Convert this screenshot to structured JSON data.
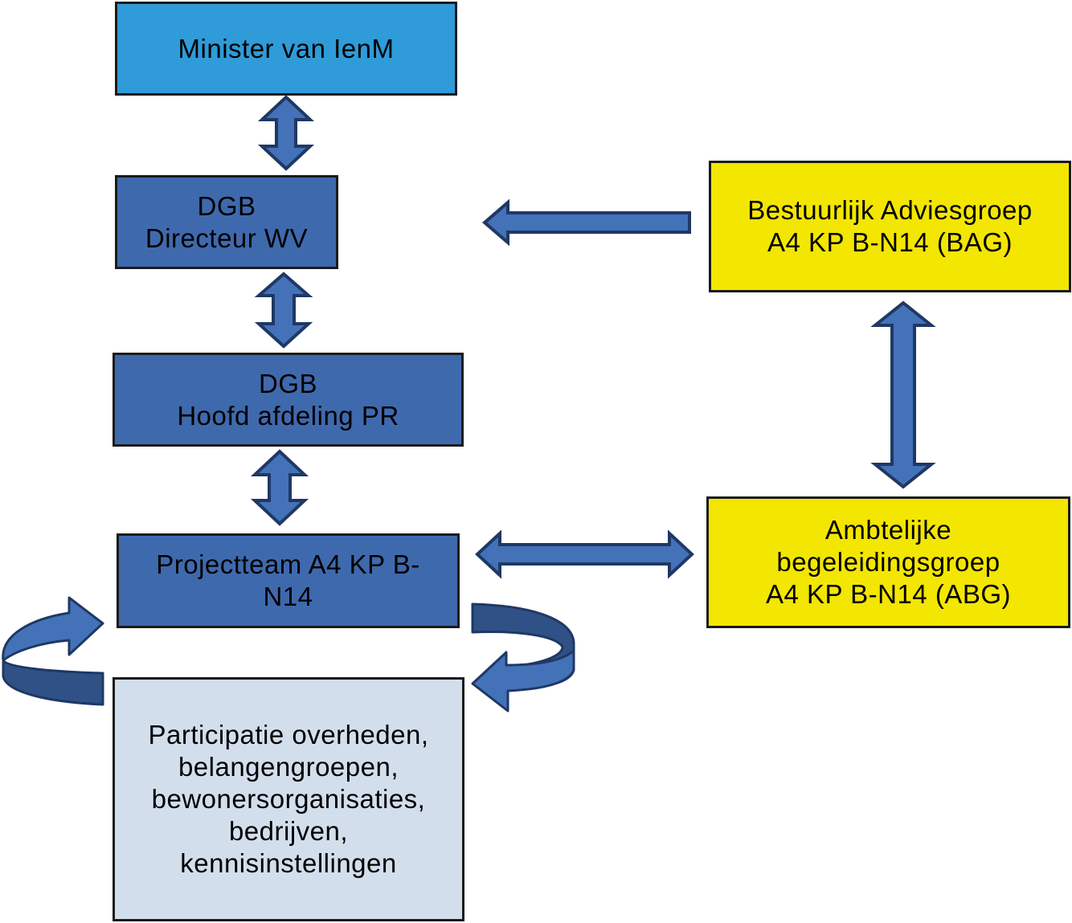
{
  "colors": {
    "light_blue": "#2f9bd8",
    "mid_blue": "#3f69ad",
    "pale_blue": "#d3deed",
    "yellow": "#f3e600",
    "arrow_fill": "#4372b8",
    "arrow_outline": "#1f3864",
    "cycle_dark": "#2f5186"
  },
  "nodes": {
    "minister": {
      "lines": [
        "Minister van IenM"
      ]
    },
    "directeur": {
      "lines": [
        "DGB",
        "Directeur WV"
      ]
    },
    "hoofd": {
      "lines": [
        "DGB",
        "Hoofd afdeling PR"
      ]
    },
    "projectteam": {
      "lines": [
        "Projectteam A4 KP B-",
        "N14"
      ]
    },
    "participatie": {
      "lines": [
        "Participatie overheden,",
        "belangengroepen,",
        "bewonersorganisaties,",
        "bedrijven,",
        "kennisinstellingen"
      ]
    },
    "bag": {
      "lines": [
        "Bestuurlijk Adviesgroep",
        "A4 KP B-N14 (BAG)"
      ]
    },
    "abg": {
      "lines": [
        "Ambtelijke",
        "begeleidingsgroep",
        "A4 KP B-N14 (ABG)"
      ]
    }
  },
  "edges": [
    {
      "from": "minister",
      "to": "directeur",
      "direction": "both"
    },
    {
      "from": "directeur",
      "to": "hoofd",
      "direction": "both"
    },
    {
      "from": "hoofd",
      "to": "projectteam",
      "direction": "both"
    },
    {
      "from": "bag",
      "to": "directeur",
      "direction": "one-way"
    },
    {
      "from": "bag",
      "to": "abg",
      "direction": "both"
    },
    {
      "from": "projectteam",
      "to": "abg",
      "direction": "both"
    },
    {
      "from": "projectteam",
      "to": "participatie",
      "direction": "cycle"
    }
  ]
}
